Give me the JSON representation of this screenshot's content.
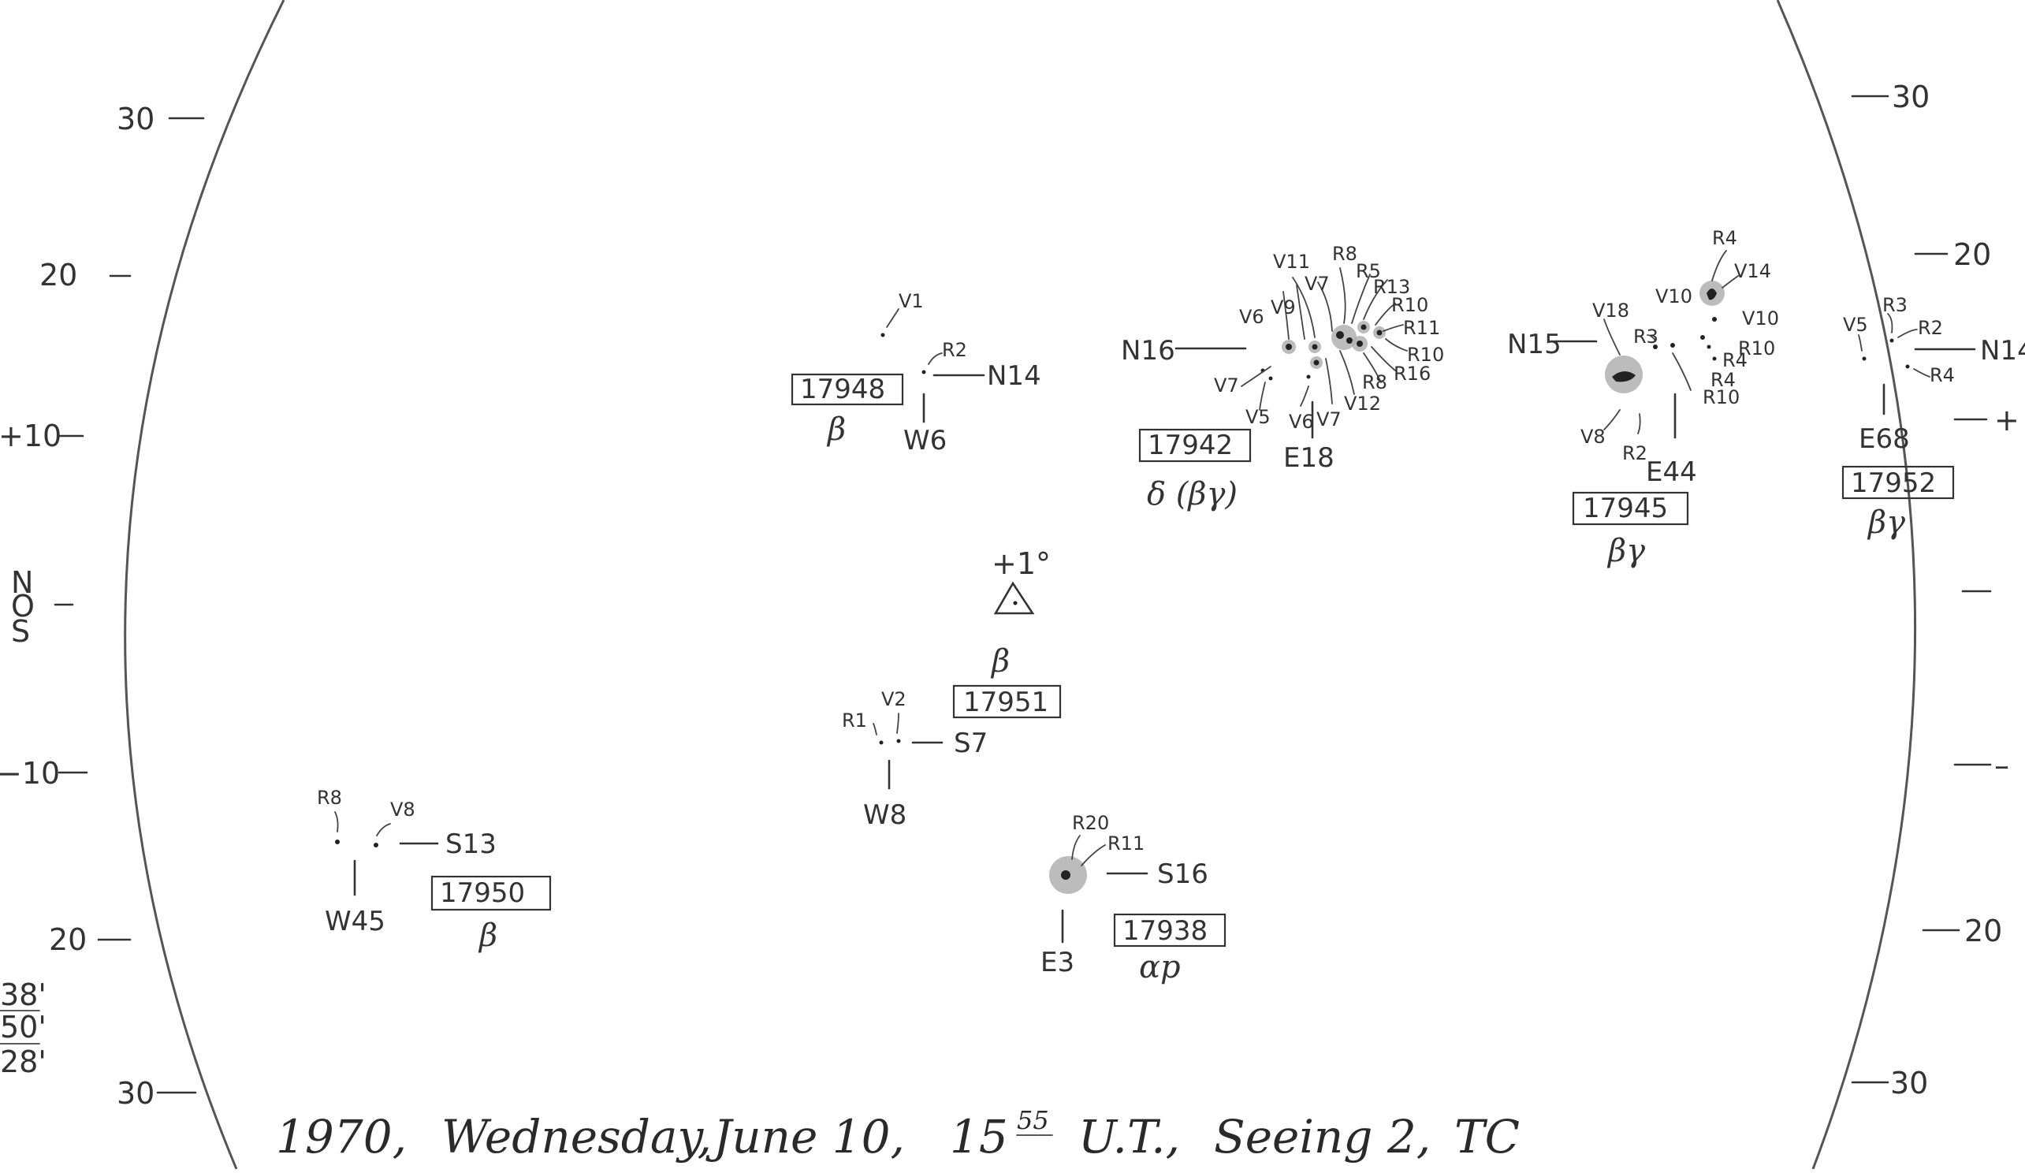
{
  "caption": {
    "year": "1970,",
    "day": "Wednesday,",
    "date": "June 10,",
    "hour": "15",
    "minute": "55",
    "ut": "U.T.,",
    "seeing": "Seeing 2,",
    "observer": "TC"
  },
  "scale_left": [
    "30",
    "20",
    "+10",
    "N",
    "O",
    "S",
    "−10",
    "20",
    "30"
  ],
  "scale_right": [
    "30",
    "20",
    "+",
    "–",
    "20",
    "30"
  ],
  "corner_notes": [
    "38'",
    "50'",
    "28'"
  ],
  "center_marker": {
    "label": "+1°"
  },
  "regions": [
    {
      "number": "17948",
      "class": "β",
      "lat": "N14",
      "lon": "W6",
      "spots": [
        "V1",
        "R2"
      ]
    },
    {
      "number": "17942",
      "class": "δ (βγ)",
      "lat": "N16",
      "lon": "E18",
      "spots": [
        "V11",
        "V7",
        "R8",
        "R5",
        "R13",
        "V6",
        "V9",
        "R10",
        "R11",
        "R10",
        "R16",
        "R8",
        "V12",
        "V7",
        "V5",
        "V6",
        "V7"
      ]
    },
    {
      "number": "17945",
      "class": "βγ",
      "lat": "N15",
      "lon": "E44",
      "spots": [
        "R4",
        "V14",
        "V10",
        "V18",
        "R3",
        "V10",
        "R10",
        "R4",
        "R4",
        "R10",
        "V8",
        "R2"
      ]
    },
    {
      "number": "17952",
      "class": "βγ",
      "lat": "N14",
      "lon": "E68",
      "spots": [
        "V5",
        "R3",
        "R2",
        "R4"
      ]
    },
    {
      "number": "17951",
      "class": "β",
      "lat": "S7",
      "lon": "W8",
      "spots": [
        "R1",
        "V2"
      ]
    },
    {
      "number": "17950",
      "class": "β",
      "lat": "S13",
      "lon": "W45",
      "spots": [
        "R8",
        "V8"
      ]
    },
    {
      "number": "17938",
      "class": "αp",
      "lat": "S16",
      "lon": "E3",
      "spots": [
        "R20",
        "R11"
      ]
    }
  ]
}
